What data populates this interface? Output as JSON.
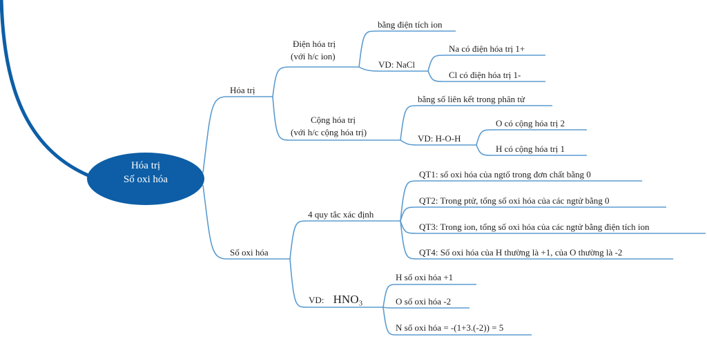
{
  "center": {
    "line1": "Hóa trị",
    "line2": "Số oxi hóa",
    "color": "#0d5ea6"
  },
  "line_color": "#5a9bd0",
  "branches": {
    "hoa_tri": {
      "label": "Hóa trị",
      "dien_hoa_tri": {
        "line1": "Điện hóa trị",
        "line2": "(với h/c ion)",
        "rule": "bằng điện tích ion",
        "example_label": "VD: NaCl",
        "example_items": [
          "Na có điện hóa trị 1+",
          "Cl có điện hóa trị 1-"
        ]
      },
      "cong_hoa_tri": {
        "line1": "Cộng hóa trị",
        "line2": "(với h/c cộng hóa trị)",
        "rule": "bằng số liên kết trong phân tử",
        "example_label": "VD: H-O-H",
        "example_items": [
          "O có cộng hóa trị 2",
          "H có cộng hóa trị 1"
        ]
      }
    },
    "so_oxi_hoa": {
      "label": "Số oxi hóa",
      "rules_label": "4 quy tắc xác định",
      "rules": [
        "QT1: số oxi hóa của ngtố trong đơn chất bằng 0",
        "QT2: Trong ptử, tổng số oxi hóa của các ngtử bằng 0",
        "QT3: Trong ion, tổng số oxi hóa của các ngtử bằng điện tích ion",
        "QT4: Số oxi hóa của H thường là +1, của O thường là -2"
      ],
      "example_prefix": "VD:",
      "example_formula": "HNO₃",
      "example_items": [
        "H số oxi hóa +1",
        "O số oxi hóa -2",
        "N số oxi hóa = -(1+3.(-2)) = 5"
      ]
    }
  }
}
